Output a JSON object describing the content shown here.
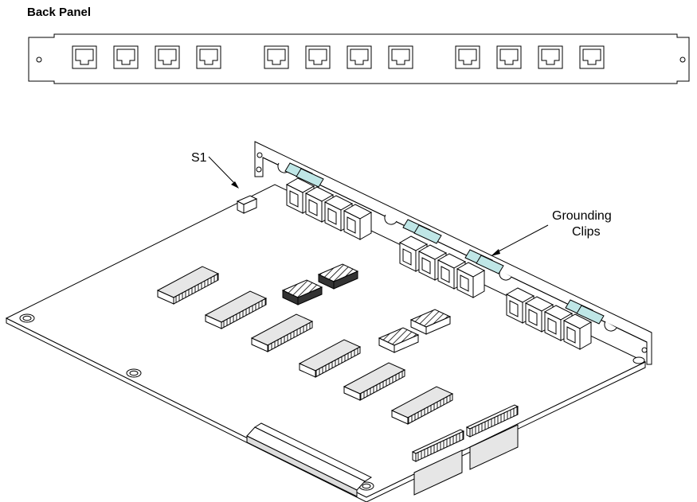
{
  "panel_title": "Back Panel",
  "labels": {
    "s1": "S1",
    "grounding_line1": "Grounding",
    "grounding_line2": "Clips"
  },
  "colors": {
    "line": "#000000",
    "clip_fill": "#bfe6e6",
    "chip_fill": "#e6e6e6",
    "dark_chip": "#333333"
  },
  "back_panel": {
    "port_groups": [
      4,
      4,
      4
    ]
  }
}
